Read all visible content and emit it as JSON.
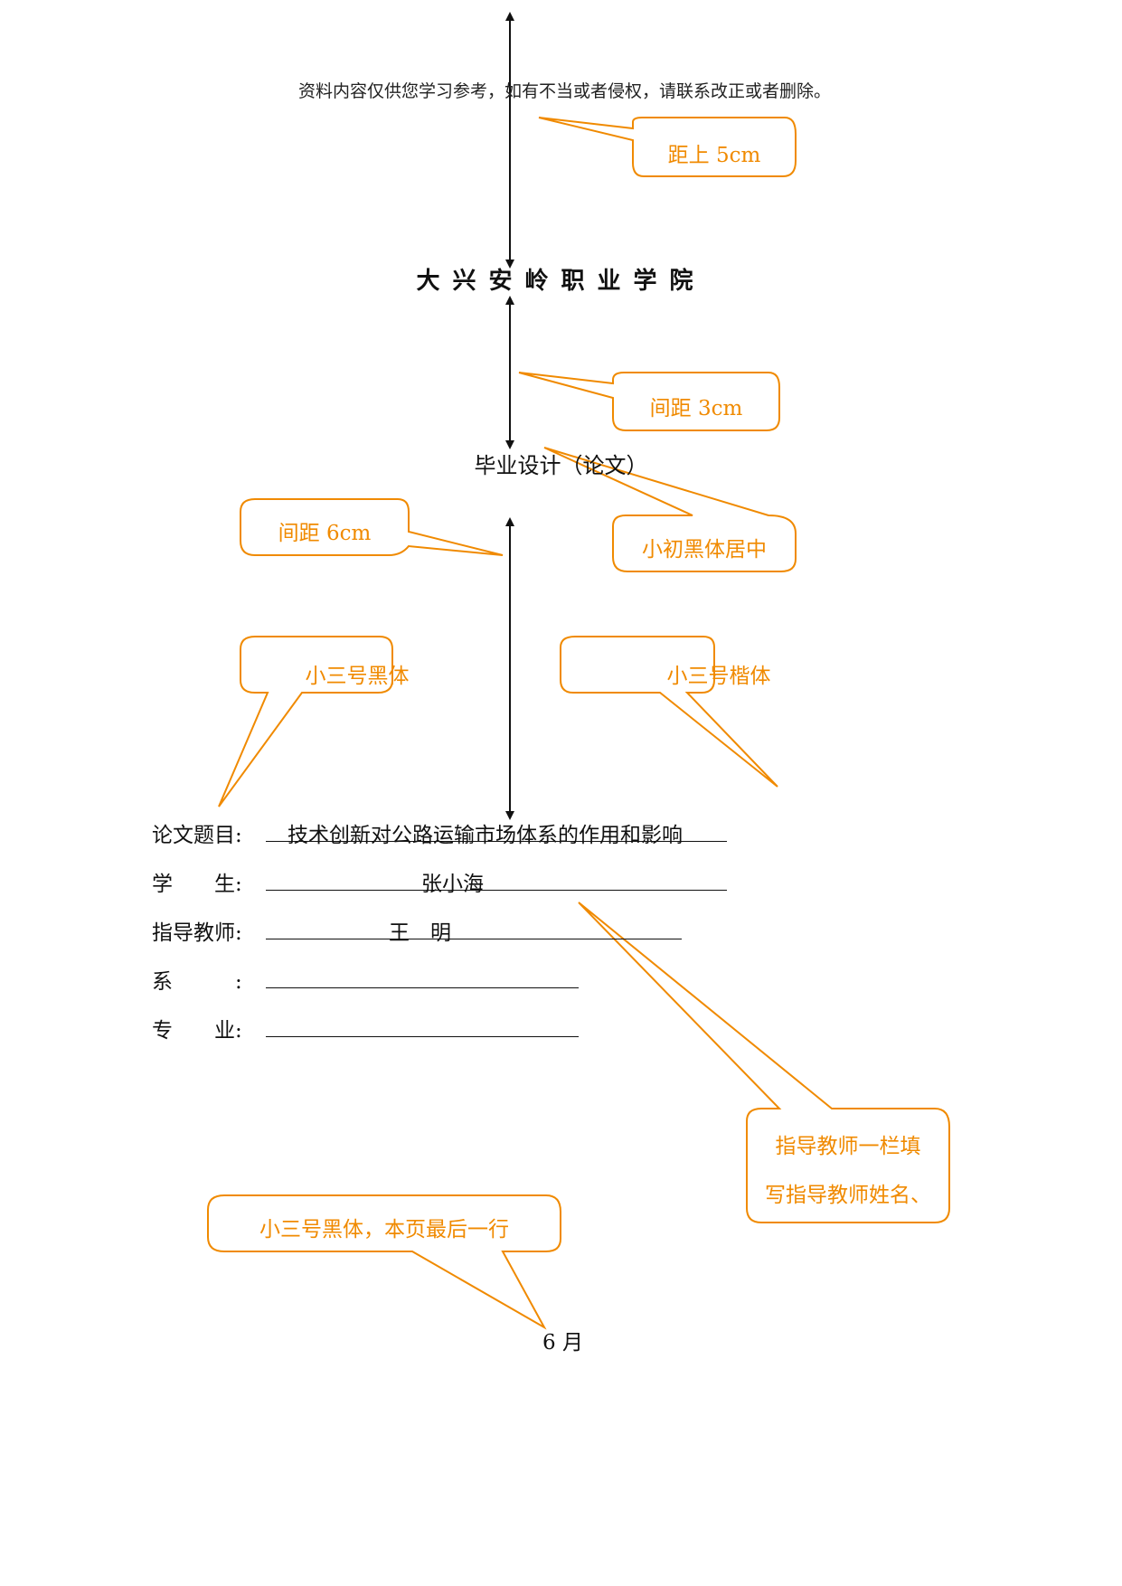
{
  "document": {
    "disclaimer": "资料内容仅供您学习参考，如有不当或者侵权，请联系改正或者删除。",
    "college": "大兴安岭职业学院",
    "subtitle": "毕业设计（论文）",
    "date": "6 月"
  },
  "fields": [
    {
      "label": "论文题目:",
      "value": "技术创新对公路运输市场体系的作用和影响"
    },
    {
      "label": "学　　生:",
      "value": "张小海"
    },
    {
      "label": "指导教师:",
      "value": "王　明"
    },
    {
      "label": "系　　　:",
      "value": ""
    },
    {
      "label": "专　　业:",
      "value": ""
    }
  ],
  "annotations": {
    "top_margin": "距上 5cm",
    "gap_3cm": "间距 3cm",
    "font_title": "小初黑体居中",
    "gap_6cm": "间距 6cm",
    "label_font": "小三号黑体",
    "value_font": "小三号楷体",
    "advisor_note_line1": "指导教师一栏填",
    "advisor_note_line2": "写指导教师姓名、",
    "last_line_note": "小三号黑体，本页最后一行"
  },
  "colors": {
    "annotation": "#f08a00",
    "text": "#111111"
  }
}
